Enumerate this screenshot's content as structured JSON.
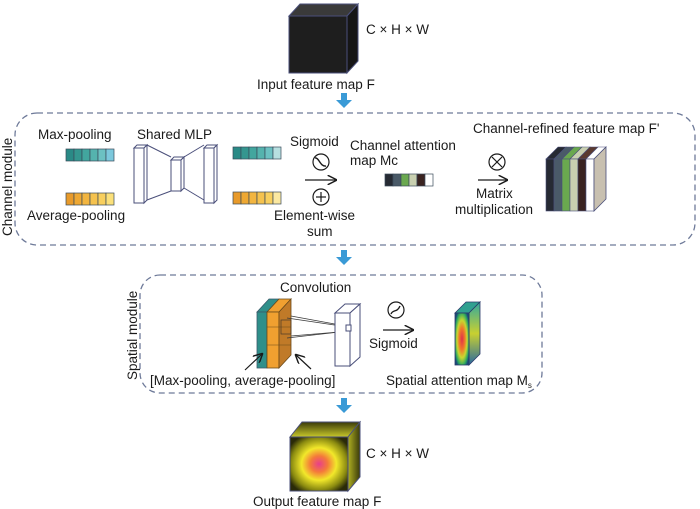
{
  "input": {
    "dims": "C × H × W",
    "label": "Input feature map F"
  },
  "channel_module": {
    "side_label": "Channel module",
    "max_pool_label": "Max-pooling",
    "avg_pool_label": "Average-pooling",
    "mlp_label": "Shared MLP",
    "sigmoid_label": "Sigmoid",
    "sum_label_1": "Element-wise",
    "sum_label_2": "sum",
    "attn_label_1": "Channel attention",
    "attn_label_2": "map Mc",
    "matmul_label_1": "Matrix",
    "matmul_label_2": "multiplication",
    "refined_label": "Channel-refined feature map F'",
    "max_pool_colors": [
      "#2a8a86",
      "#34968f",
      "#42a69e",
      "#55b3ae",
      "#6cc1c2",
      "#7cc8dc"
    ],
    "avg_pool_colors": [
      "#e89a2a",
      "#eea833",
      "#f2b540",
      "#f5c24e",
      "#f8cf5e",
      "#fbe07a"
    ],
    "mlp_out_top_colors": [
      "#2a8a86",
      "#34968f",
      "#42a69e",
      "#55b3ae",
      "#6cc1c2",
      "#b7dfe0"
    ],
    "mlp_out_bottom_colors": [
      "#e89a2a",
      "#eea833",
      "#f2b540",
      "#f5c24e",
      "#f8cf5e",
      "#fbe8a0"
    ],
    "attention_colors": [
      "#262a33",
      "#4a5a68",
      "#6aa84f",
      "#c9d0b0",
      "#3a2320",
      "#ffffff"
    ]
  },
  "spatial_module": {
    "side_label": "Spatial module",
    "conv_label": "Convolution",
    "sigmoid_label": "Sigmoid",
    "pooling_label": "[Max-pooling, average-pooling]",
    "attn_label": "Spatial attention map M",
    "attn_sub": "s"
  },
  "output": {
    "dims": "C × H × W",
    "label": "Output feature map F"
  },
  "colors": {
    "flow_arrow": "#3a9ad6",
    "dash_border": "#6e7a99"
  }
}
